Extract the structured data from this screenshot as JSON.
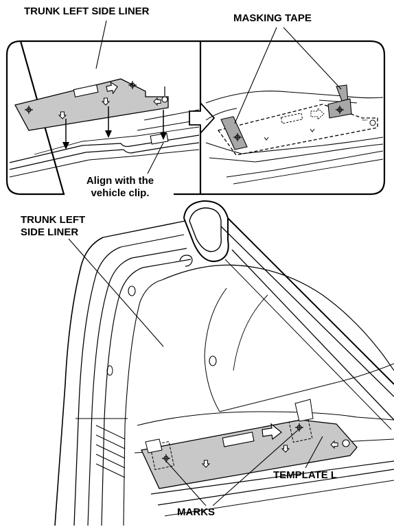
{
  "labels": {
    "trunk_left_side_liner_top": "TRUNK LEFT SIDE LINER",
    "masking_tape": "MASKING TAPE",
    "align_line1": "Align with the",
    "align_line2": "vehicle clip.",
    "trunk_left_line1": "TRUNK LEFT",
    "trunk_left_line2": "SIDE LINER",
    "template_l": "TEMPLATE L",
    "marks": "MARKS"
  },
  "colors": {
    "line": "#000000",
    "template_fill": "#c8c8c8",
    "tape_fill": "#a8a8a8",
    "background": "#ffffff"
  },
  "icons": {
    "step_arrow": "right-arrow",
    "mark_symbol": "crosshair-diamond",
    "direction_arrow": "outline-arrow"
  }
}
